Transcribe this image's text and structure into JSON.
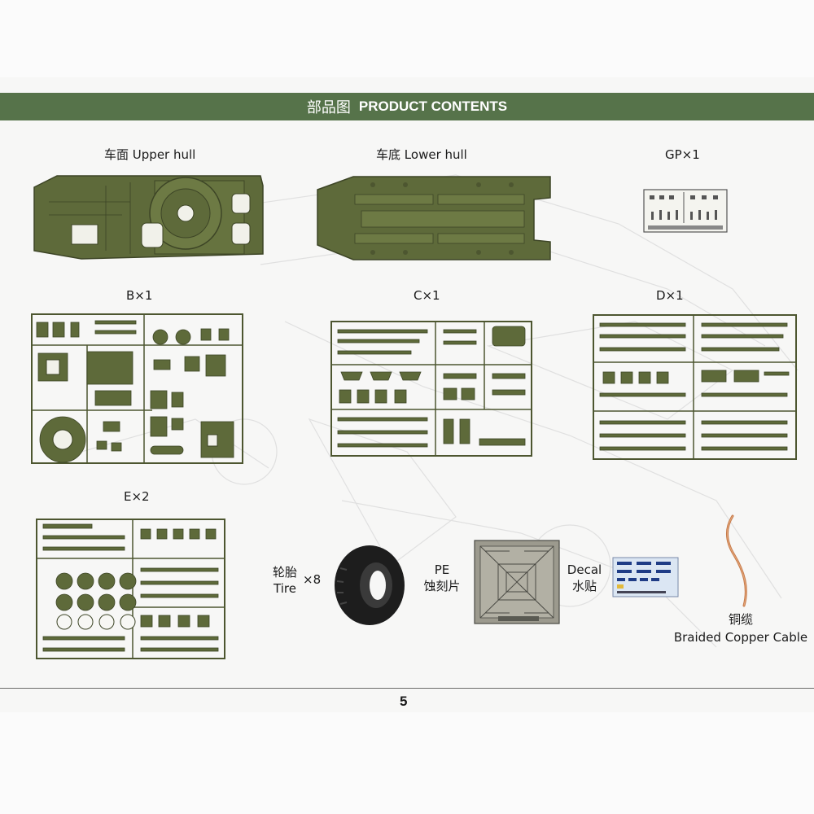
{
  "header": {
    "title_cn": "部品图",
    "title_en": "PRODUCT CONTENTS"
  },
  "parts": {
    "upper_hull": {
      "cn": "车面",
      "en": "Upper hull"
    },
    "lower_hull": {
      "cn": "车底",
      "en": "Lower hull"
    },
    "gp": "GP×1",
    "b": "B×1",
    "c": "C×1",
    "d": "D×1",
    "e": "E×2",
    "tire": {
      "cn": "轮胎",
      "en": "Tire",
      "qty": "×8"
    },
    "pe": {
      "en": "PE",
      "cn": "蚀刻片"
    },
    "decal": {
      "en": "Decal",
      "cn": "水贴"
    },
    "cable": {
      "cn": "铜缆",
      "en": "Braided Copper Cable"
    }
  },
  "footer": {
    "page_number": "5"
  },
  "colors": {
    "header_green": "#56734a",
    "plastic_green": "#5e6a3a",
    "copper": "#c57a4a"
  }
}
